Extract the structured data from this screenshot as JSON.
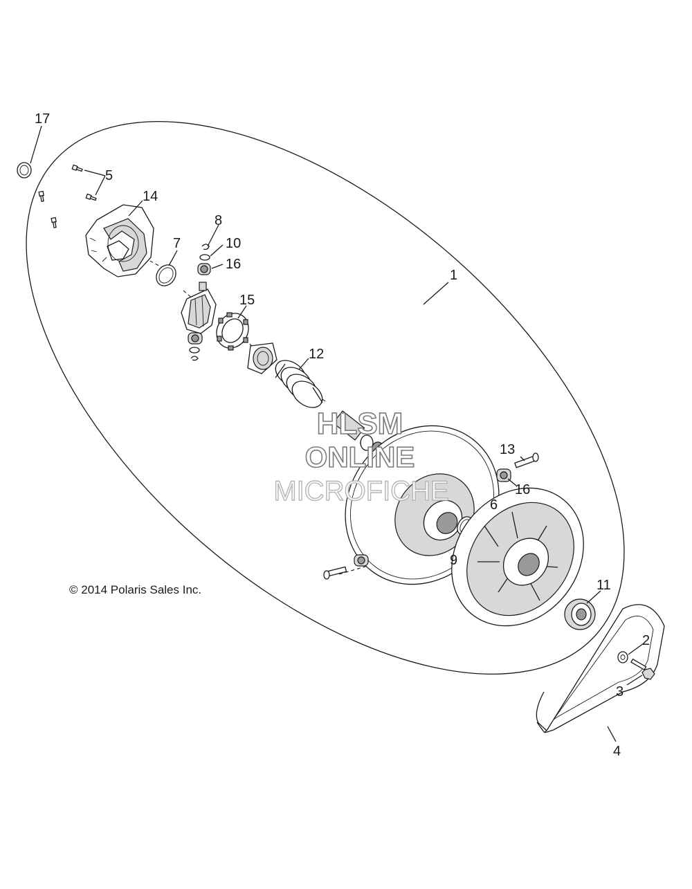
{
  "callouts": {
    "c1": "1",
    "c2": "2",
    "c3": "3",
    "c4": "4",
    "c5": "5",
    "c6": "6",
    "c7": "7",
    "c8": "8",
    "c9": "9",
    "c10": "10",
    "c11": "11",
    "c12": "12",
    "c13": "13",
    "c14": "14",
    "c15": "15",
    "c16a": "16",
    "c16b": "16",
    "c17": "17"
  },
  "copyright": "© 2014 Polaris Sales Inc.",
  "watermark": {
    "line1": "HLSM",
    "line2": "ONLINE",
    "line3": "MICROFICHE"
  }
}
